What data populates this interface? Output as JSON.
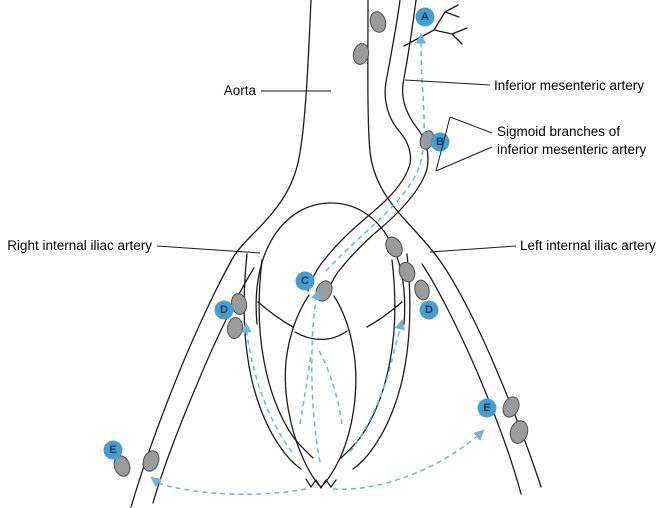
{
  "figure": {
    "labels": {
      "aorta": "Aorta",
      "inferior_mesenteric": "Inferior mesenteric artery",
      "sigmoid_line1": "Sigmoid branches of",
      "sigmoid_line2": "inferior mesenteric artery",
      "right_internal_iliac": "Right internal iliac artery",
      "left_internal_iliac": "Left internal iliac artery"
    },
    "stations": [
      {
        "letter": "A"
      },
      {
        "letter": "B"
      },
      {
        "letter": "C"
      },
      {
        "letter": "D"
      },
      {
        "letter": "D"
      },
      {
        "letter": "E"
      },
      {
        "letter": "E"
      }
    ],
    "colors": {
      "station_fill": "#459fce",
      "station_letter": "#0d3b5e",
      "node_fill": "#9b9b9b",
      "node_stroke": "#4c4c4c",
      "lymph_flow": "#72b1d8",
      "vessel_line": "#1b1b1b",
      "label_text": "#000000",
      "background": "#ffffff"
    }
  }
}
